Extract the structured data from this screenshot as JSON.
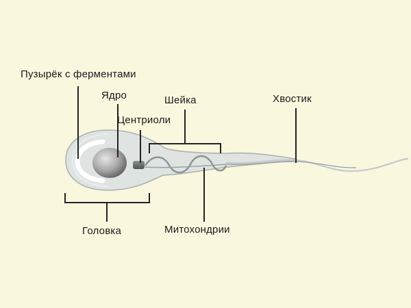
{
  "labels": {
    "vesicle": "Пузырёк с ферментами",
    "nucleus": "Ядро",
    "centrioles": "Центриоли",
    "neck": "Шейка",
    "tail": "Хвостик",
    "head": "Головка",
    "mitochondria": "Митохондрии"
  },
  "colors": {
    "background": "#faf7df",
    "cell_fill": "#dfe3e1",
    "cell_outline": "#aab2b1",
    "line": "#222222"
  }
}
